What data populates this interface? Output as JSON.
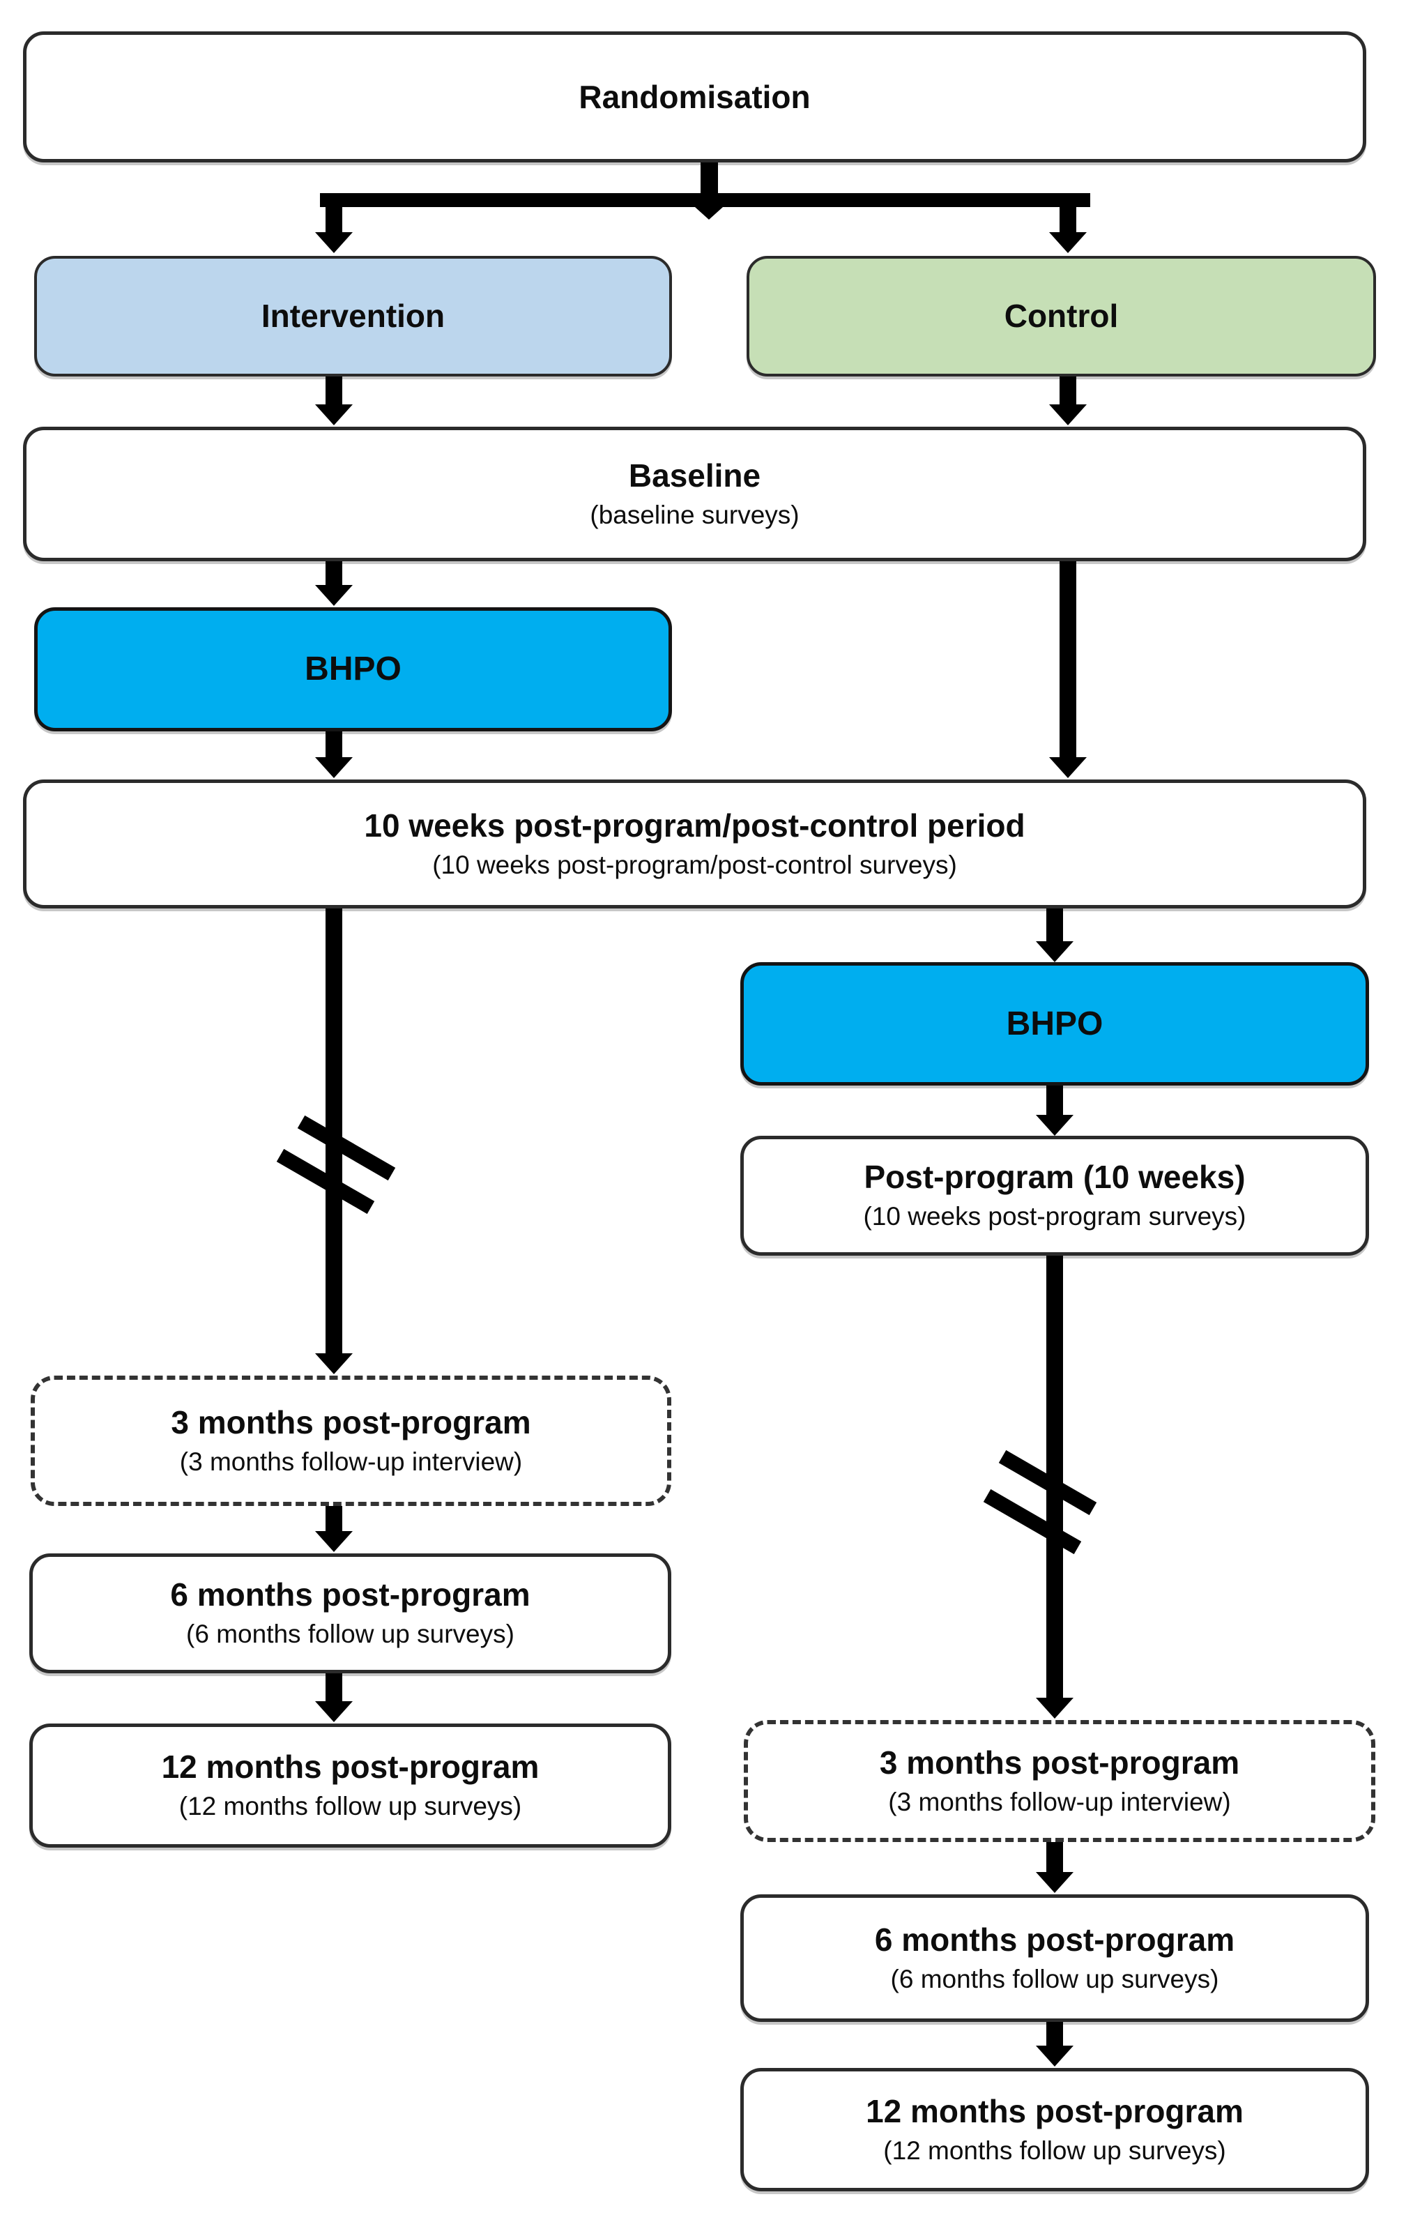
{
  "nodes": {
    "randomisation": {
      "title": "Randomisation"
    },
    "intervention": {
      "title": "Intervention"
    },
    "control": {
      "title": "Control"
    },
    "baseline": {
      "title": "Baseline",
      "subtitle": "(baseline surveys)"
    },
    "bhpo_intervention": {
      "title": "BHPO"
    },
    "ten_weeks": {
      "title": "10 weeks post-program/post-control period",
      "subtitle": "(10 weeks post-program/post-control surveys)"
    },
    "bhpo_control": {
      "title": "BHPO"
    },
    "post_program": {
      "title": "Post-program (10 weeks)",
      "subtitle": "(10 weeks post-program surveys)"
    },
    "three_months_intervention": {
      "title": "3 months post-program",
      "subtitle": "(3 months follow-up interview)"
    },
    "six_months_intervention": {
      "title": "6 months post-program",
      "subtitle": "(6 months follow up surveys)"
    },
    "twelve_months_intervention": {
      "title": "12 months post-program",
      "subtitle": "(12 months follow up surveys)"
    },
    "three_months_control": {
      "title": "3 months post-program",
      "subtitle": "(3 months follow-up interview)"
    },
    "six_months_control": {
      "title": "6 months post-program",
      "subtitle": "(6 months follow up surveys)"
    },
    "twelve_months_control": {
      "title": "12 months post-program",
      "subtitle": "(12 months follow up surveys)"
    }
  },
  "colors": {
    "intervention_fill": "#BCD6ED",
    "control_fill": "#C6DFB6",
    "bhpo_fill": "#00AEEF",
    "box_border": "#2b2b2b",
    "dashed_border": "#333333",
    "arrow_color": "#000000"
  }
}
